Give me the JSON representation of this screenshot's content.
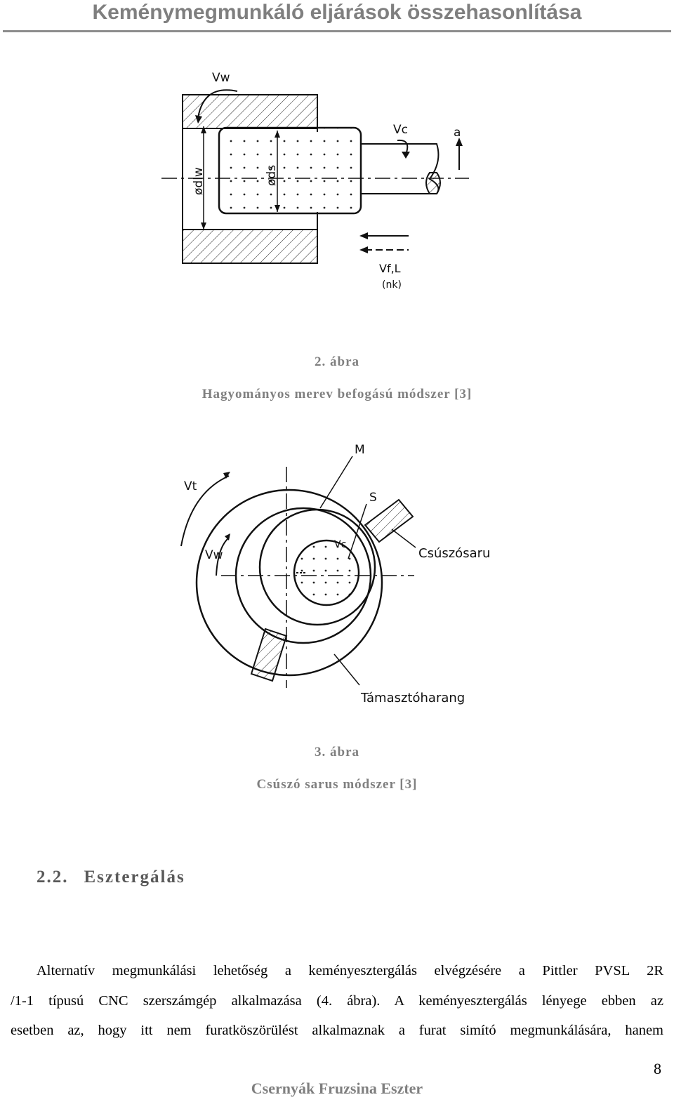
{
  "header": {
    "title": "Keménymegmunkáló eljárások összehasonlítása"
  },
  "figure2": {
    "number": "2. ábra",
    "caption": "Hagyományos merev befogású módszer [3]",
    "labels": {
      "vw": "Vw",
      "vc": "Vc",
      "a": "a",
      "dlw": "ødlw",
      "dls": "øds",
      "vfl": "Vf,L",
      "nk": "(nk)"
    }
  },
  "figure3": {
    "number": "3. ábra",
    "caption": "Csúszó sarus módszer [3]",
    "labels": {
      "m": "M",
      "s": "S",
      "vt": "Vt",
      "vw": "Vw",
      "vc": "Vc",
      "shoe": "Csúszósaru",
      "bell": "Támasztóharang"
    }
  },
  "section": {
    "number": "2.2.",
    "title": "Esztergálás"
  },
  "body": {
    "lines": [
      "Alternatív megmunkálási lehetőség a keményesztergálás elvégzésére a Pittler PVSL 2R",
      "/1-1 típusú CNC szerszámgép alkalmazása (4. ábra). A keményesztergálás lényege ebben az",
      "esetben az, hogy itt nem furatköszörülést alkalmaznak a furat simító megmunkálására, hanem"
    ]
  },
  "footer": {
    "page_number": "8",
    "author": "Csernyák Fruzsina Eszter"
  }
}
